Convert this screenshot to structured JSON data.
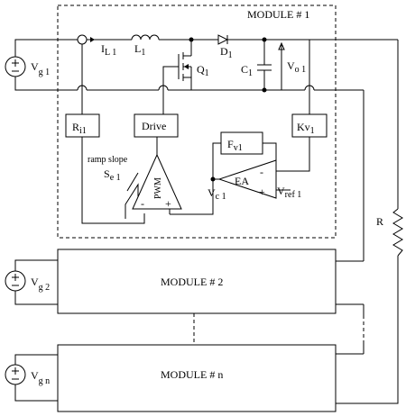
{
  "labels": {
    "module1": "MODULE # 1",
    "module2": "MODULE # 2",
    "modulen": "MODULE # n",
    "vg1_main": "V",
    "vg1_sub": "g 1",
    "vg2_main": "V",
    "vg2_sub": "g 2",
    "vgn_main": "V",
    "vgn_sub": "g n",
    "il_main": "I",
    "il_sub": "L 1",
    "l_main": "L",
    "l_sub": "1",
    "d_main": "D",
    "d_sub": "1",
    "q_main": "Q",
    "q_sub": "1",
    "c_main": "C",
    "c_sub": "1",
    "vo_main": "V",
    "vo_sub": "o 1",
    "ri_main": "R",
    "ri_sub": "i1",
    "drive": "Drive",
    "kv_main": "Kv",
    "kv_sub": "1",
    "fv_main": "F",
    "fv_sub": "v1",
    "ramp": "ramp slope",
    "se_main": "S",
    "se_sub": "e 1",
    "pwm": "PWM",
    "ea": "EA",
    "vc_main": "V",
    "vc_sub": "c 1",
    "vref_main": "V",
    "vref_sub": "ref 1",
    "r": "R",
    "minus": "-",
    "plus": "+"
  }
}
